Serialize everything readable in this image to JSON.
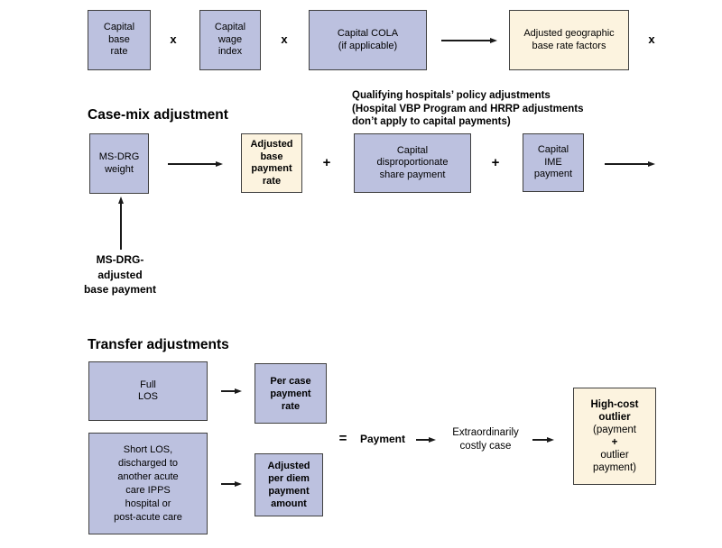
{
  "colors": {
    "background": "#ffffff",
    "text": "#000000",
    "border": "#404040",
    "box_blue": "#bcc1df",
    "box_cream": "#fcf3df"
  },
  "operators": {
    "multiply": "x",
    "plus": "+",
    "equals": "="
  },
  "top_row": {
    "capital_base_rate": "Capital\nbase\nrate",
    "capital_wage_index": "Capital\nwage\nindex",
    "capital_cola": "Capital COLA\n(if applicable)",
    "adjusted_geographic_base": "Adjusted geographic\nbase rate factors"
  },
  "case_mix": {
    "heading": "Case-mix adjustment",
    "policy_note": "Qualifying hospitals’ policy adjustments\n(Hospital VBP Program and HRRP adjustments\ndon’t apply to capital payments)",
    "ms_drg_weight": "MS-DRG\nweight",
    "adjusted_base_payment_rate": "Adjusted\nbase\npayment\nrate",
    "capital_disproportionate": "Capital\ndisproportionate\nshare payment",
    "capital_ime": "Capital\nIME\npayment",
    "ms_drg_adjusted_label": "MS-DRG-\nadjusted\nbase payment"
  },
  "transfer": {
    "heading": "Transfer adjustments",
    "full_los": "Full\nLOS",
    "per_case_payment_rate": "Per case\npayment\nrate",
    "short_los": "Short LOS,\ndischarged to\nanother acute\ncare IPPS\nhospital or\npost-acute care",
    "adjusted_per_diem": "Adjusted\nper diem\npayment\namount"
  },
  "result": {
    "payment_label": "Payment",
    "costly_case": "Extraordinarily\ncostly case",
    "outlier_title": "High-cost\noutlier",
    "outlier_open": "(payment",
    "outlier_plus": "+",
    "outlier_close": "outlier\npayment)"
  }
}
